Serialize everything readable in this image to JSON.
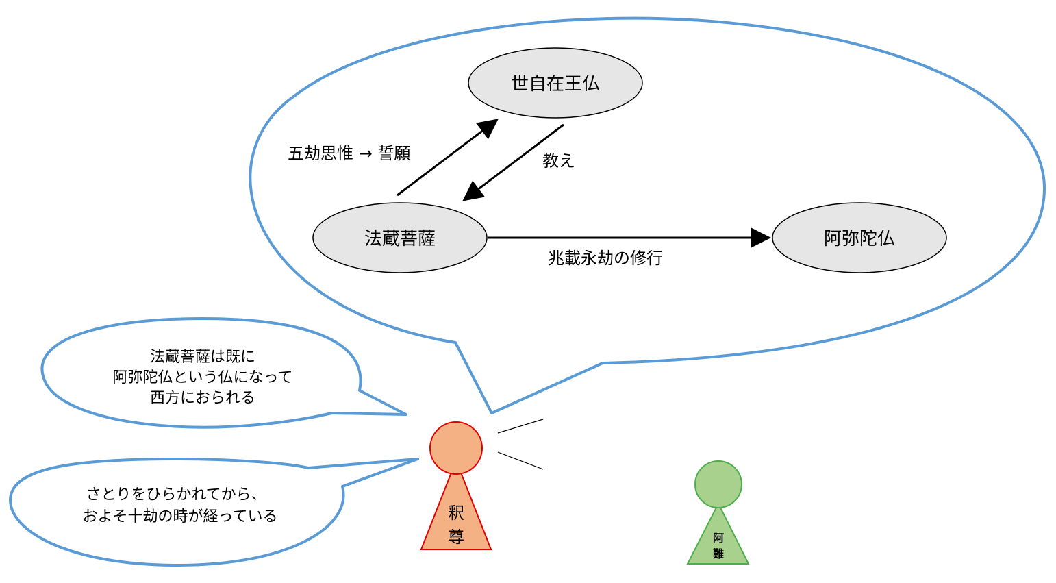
{
  "nodes": {
    "sejizaio": "世自在王仏",
    "hozo": "法蔵菩薩",
    "amida": "阿弥陀仏"
  },
  "edges": {
    "hozo_to_sejizaio": "五劫思惟 → 誓願",
    "sejizaio_to_hozo": "教え",
    "hozo_to_amida": "兆載永劫の修行"
  },
  "speech_upper": {
    "lines": [
      "法蔵菩薩は既に",
      "阿弥陀仏という仏になって",
      "西方におられる"
    ]
  },
  "speech_lower": {
    "lines": [
      "さとりをひらかれてから、",
      "およそ十劫の時が経っている"
    ]
  },
  "figures": {
    "shakuson": {
      "line1": "釈",
      "line2": "尊"
    },
    "anan": {
      "line1": "阿",
      "line2": "難"
    }
  },
  "colors": {
    "bubble_outline": "#5b9bd5",
    "node_fill": "#e7e6e6",
    "shakuson_fill": "#f4b183",
    "shakuson_stroke": "#e00000",
    "anan_fill": "#a9d18e",
    "anan_stroke": "#4cae4c"
  }
}
